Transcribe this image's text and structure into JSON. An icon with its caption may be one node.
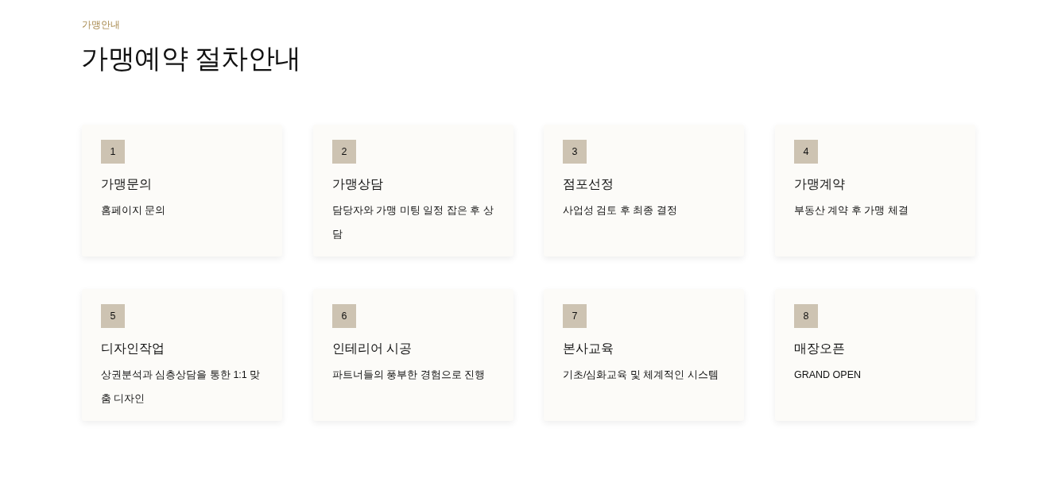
{
  "diagram": {
    "title": "가맹예약 절차안내",
    "nodes": [
      {
        "text": [
          "1",
          "가맹문의",
          "홈페이지 문의"
        ]
      },
      {
        "text": [
          "2",
          "가맹상담",
          "담당자와 가맹 미팅 일정 잡은 후 상담"
        ]
      },
      {
        "text": [
          "3",
          "점포선정",
          "사업성 검토 후 최종 결정"
        ]
      },
      {
        "text": [
          "4",
          "가맹계약",
          "부동산 계약 후 가맹 체결"
        ]
      },
      {
        "text": [
          "5",
          "디자인작업",
          "상권분석과 심층상담을 통한 1:1 맞춤 디자인"
        ]
      },
      {
        "text": [
          "6",
          "인테리어 시공",
          "파트너들의 풍부한 경험으로 진행"
        ]
      },
      {
        "text": [
          "7",
          "본사교육",
          "기초/심화교육 및 체계적인 시스템"
        ]
      },
      {
        "text": [
          "8",
          "매장오픈",
          "GRAND OPEN"
        ]
      }
    ],
    "edges": [],
    "labels": [
      "가맹안내"
    ]
  }
}
